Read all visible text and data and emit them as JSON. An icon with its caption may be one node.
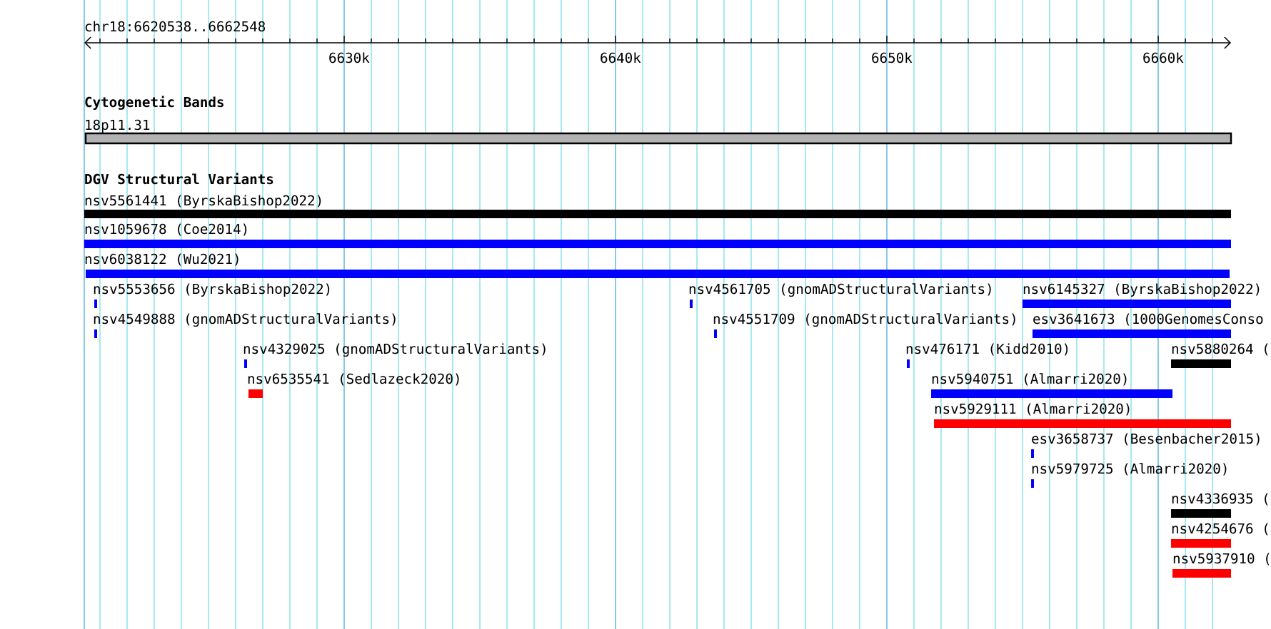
{
  "diagram": {
    "nodes": [
      {
        "text": [
          "18p11.31"
        ]
      },
      {
        "text": [
          "nsv5561441 (ByrskaBishop2022)"
        ]
      },
      {
        "text": [
          "nsv1059678 (Coe2014)"
        ]
      },
      {
        "text": [
          "nsv6038122 (Wu2021)"
        ]
      },
      {
        "text": [
          "nsv5553656 (ByrskaBishop2022)"
        ]
      },
      {
        "text": [
          "nsv4561705 (gnomADStructuralVariants)"
        ]
      },
      {
        "text": [
          "nsv6145327 (ByrskaBishop2022)"
        ]
      },
      {
        "text": [
          "nsv4549888 (gnomADStructuralVariants)"
        ]
      },
      {
        "text": [
          "nsv4551709 (gnomADStructuralVariants)"
        ]
      },
      {
        "text": [
          "esv3641673 (1000GenomesConso"
        ]
      },
      {
        "text": [
          "nsv4329025 (gnomADStructuralVariants)"
        ]
      },
      {
        "text": [
          "nsv476171 (Kidd2010)"
        ]
      },
      {
        "text": [
          "nsv5880264 ("
        ]
      },
      {
        "text": [
          "nsv6535541 (Sedlazeck2020)"
        ]
      },
      {
        "text": [
          "nsv5940751 (Almarri2020)"
        ]
      },
      {
        "text": [
          "nsv5929111 (Almarri2020)"
        ]
      },
      {
        "text": [
          "esv3658737 (Besenbacher2015)"
        ]
      },
      {
        "text": [
          "nsv5979725 (Almarri2020)"
        ]
      },
      {
        "text": [
          "nsv4336935 ("
        ]
      },
      {
        "text": [
          "nsv4254676 ("
        ]
      },
      {
        "text": [
          "nsv5937910 ("
        ]
      }
    ],
    "labels": [
      "chr18:6620538..6662548",
      "6630k",
      "6640k",
      "6650k",
      "6660k",
      "Cytogenetic Bands",
      "DGV Structural Variants"
    ]
  }
}
